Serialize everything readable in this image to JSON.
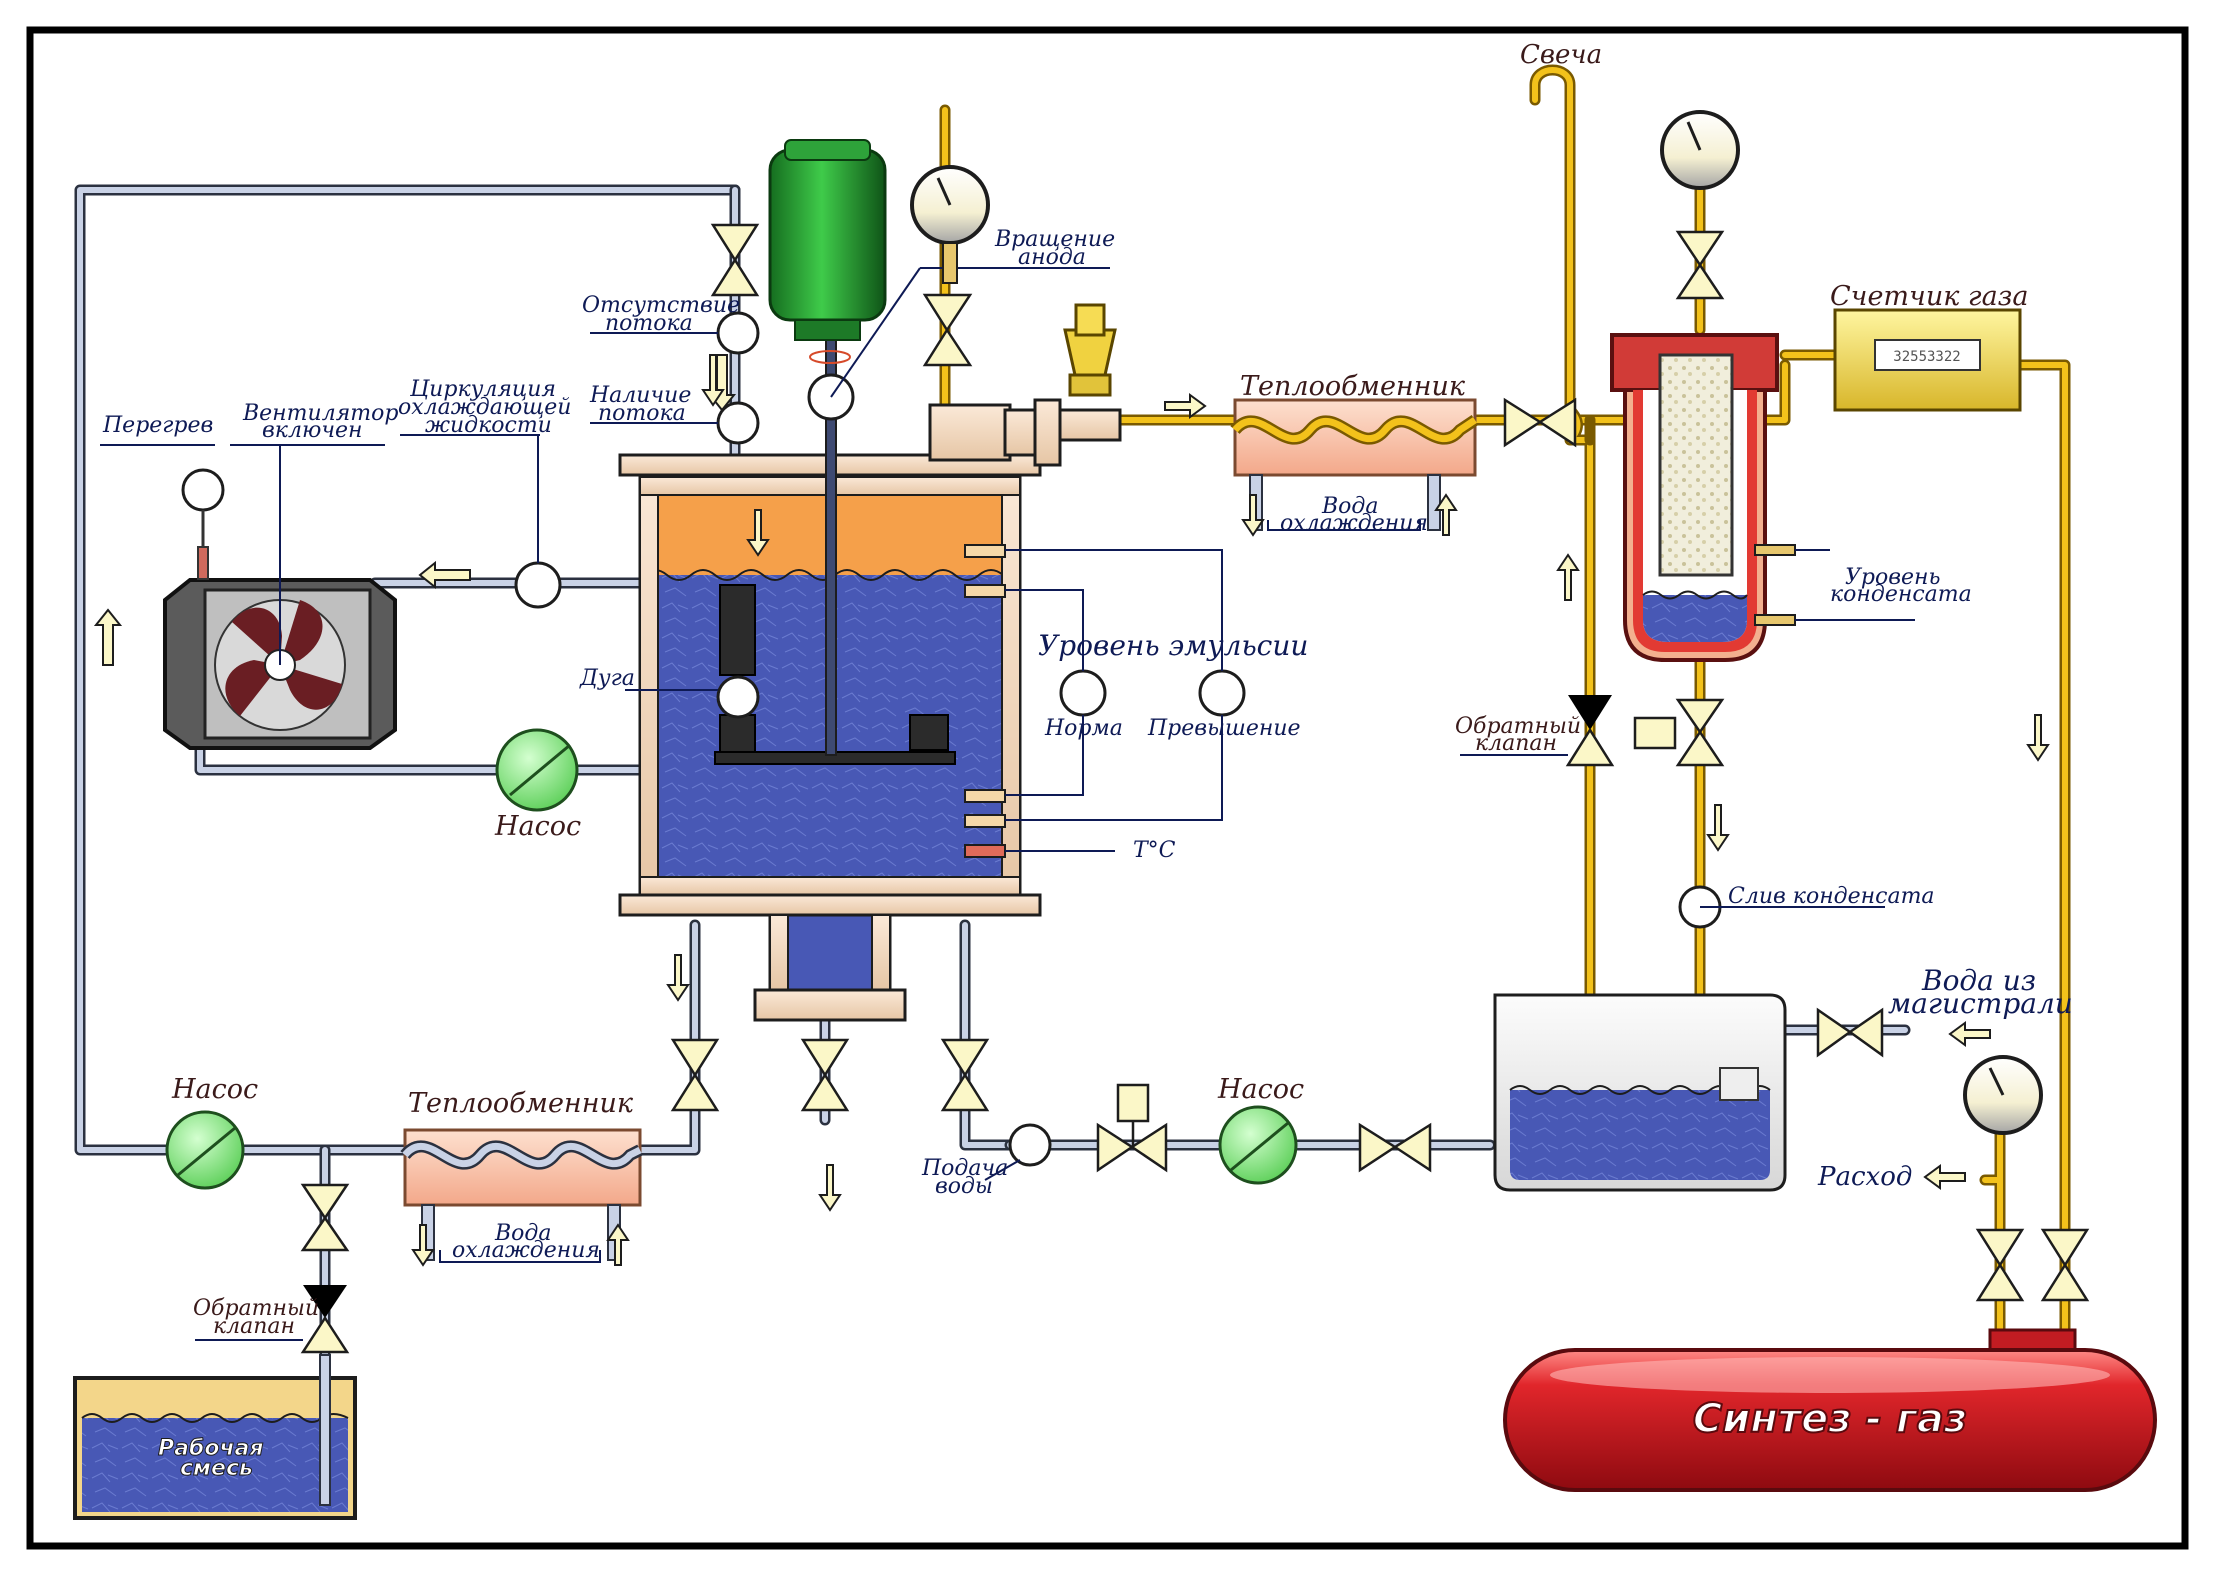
{
  "labels": {
    "svecha": "Свеча",
    "vrashenie_anoda_1": "Вращение",
    "vrashenie_anoda_2": "анода",
    "otsutstvie_potoka_1": "Отсутствие",
    "otsutstvie_potoka_2": "потока",
    "nalichie_potoka_1": "Наличие",
    "nalichie_potoka_2": "потока",
    "cirkulyaciya_1": "Циркуляция",
    "cirkulyaciya_2": "охлаждающей",
    "cirkulyaciya_3": "жидкости",
    "ventilyator_1": "Вентилятор",
    "ventilyator_2": "включен",
    "peregrev": "Перегрев",
    "teploobmennik_top": "Теплообменник",
    "voda_ohl_top_1": "Вода",
    "voda_ohl_top_2": "охлаждения",
    "schetchik_gaza": "Счетчик газа",
    "schetchik_display": "32553322",
    "uroven_emulsii": "Уровень эмульсии",
    "norma": "Норма",
    "prevyshenie": "Превышение",
    "duga": "Дуга",
    "nasos_left": "Насос",
    "temp": "T°C",
    "uroven_kondensata_1": "Уровень",
    "uroven_kondensata_2": "конденсата",
    "obratny_klapan_right_1": "Обратный",
    "obratny_klapan_right_2": "клапан",
    "sliv_kondensata": "Слив конденсата",
    "voda_iz_1": "Вода из",
    "voda_iz_2": "магистрали",
    "nasos_bottom_left": "Насос",
    "teploobmennik_bottom": "Теплообменник",
    "voda_ohl_bottom_1": "Вода",
    "voda_ohl_bottom_2": "охлаждения",
    "nasos_bottom_mid": "Насос",
    "podacha_vody_1": "Подача",
    "podacha_vody_2": "воды",
    "obratny_klapan_left_1": "Обратный",
    "obratny_klapan_left_2": "клапан",
    "rabochaya_1": "Рабочая",
    "rabochaya_2": "смесь",
    "rashod": "Расход",
    "sintez_gaz": "Синтез - газ"
  },
  "colors": {
    "border": "#000000",
    "yellow_pipe": "#f3c21b",
    "grey_pipe": "#c9d2e6",
    "emulsion": "#4a5cb8",
    "vapor": "#f5a04a",
    "motor": "#2fa73a",
    "pump": "#8fe68c",
    "tank": "#d8262b",
    "separator": "#d33c37",
    "heat_exchanger": "#f3b08f",
    "valve": "#fbf7c8"
  },
  "icons": {
    "pump": "pump-icon",
    "valve": "valve-icon",
    "check_valve": "check-valve-icon",
    "gauge": "pressure-gauge-icon",
    "fan": "fan-icon",
    "motor": "motor-icon",
    "relief_valve": "relief-valve-icon",
    "gas_meter": "gas-meter-icon",
    "sensor": "sensor-icon",
    "flow_arrow": "flow-arrow-icon"
  }
}
